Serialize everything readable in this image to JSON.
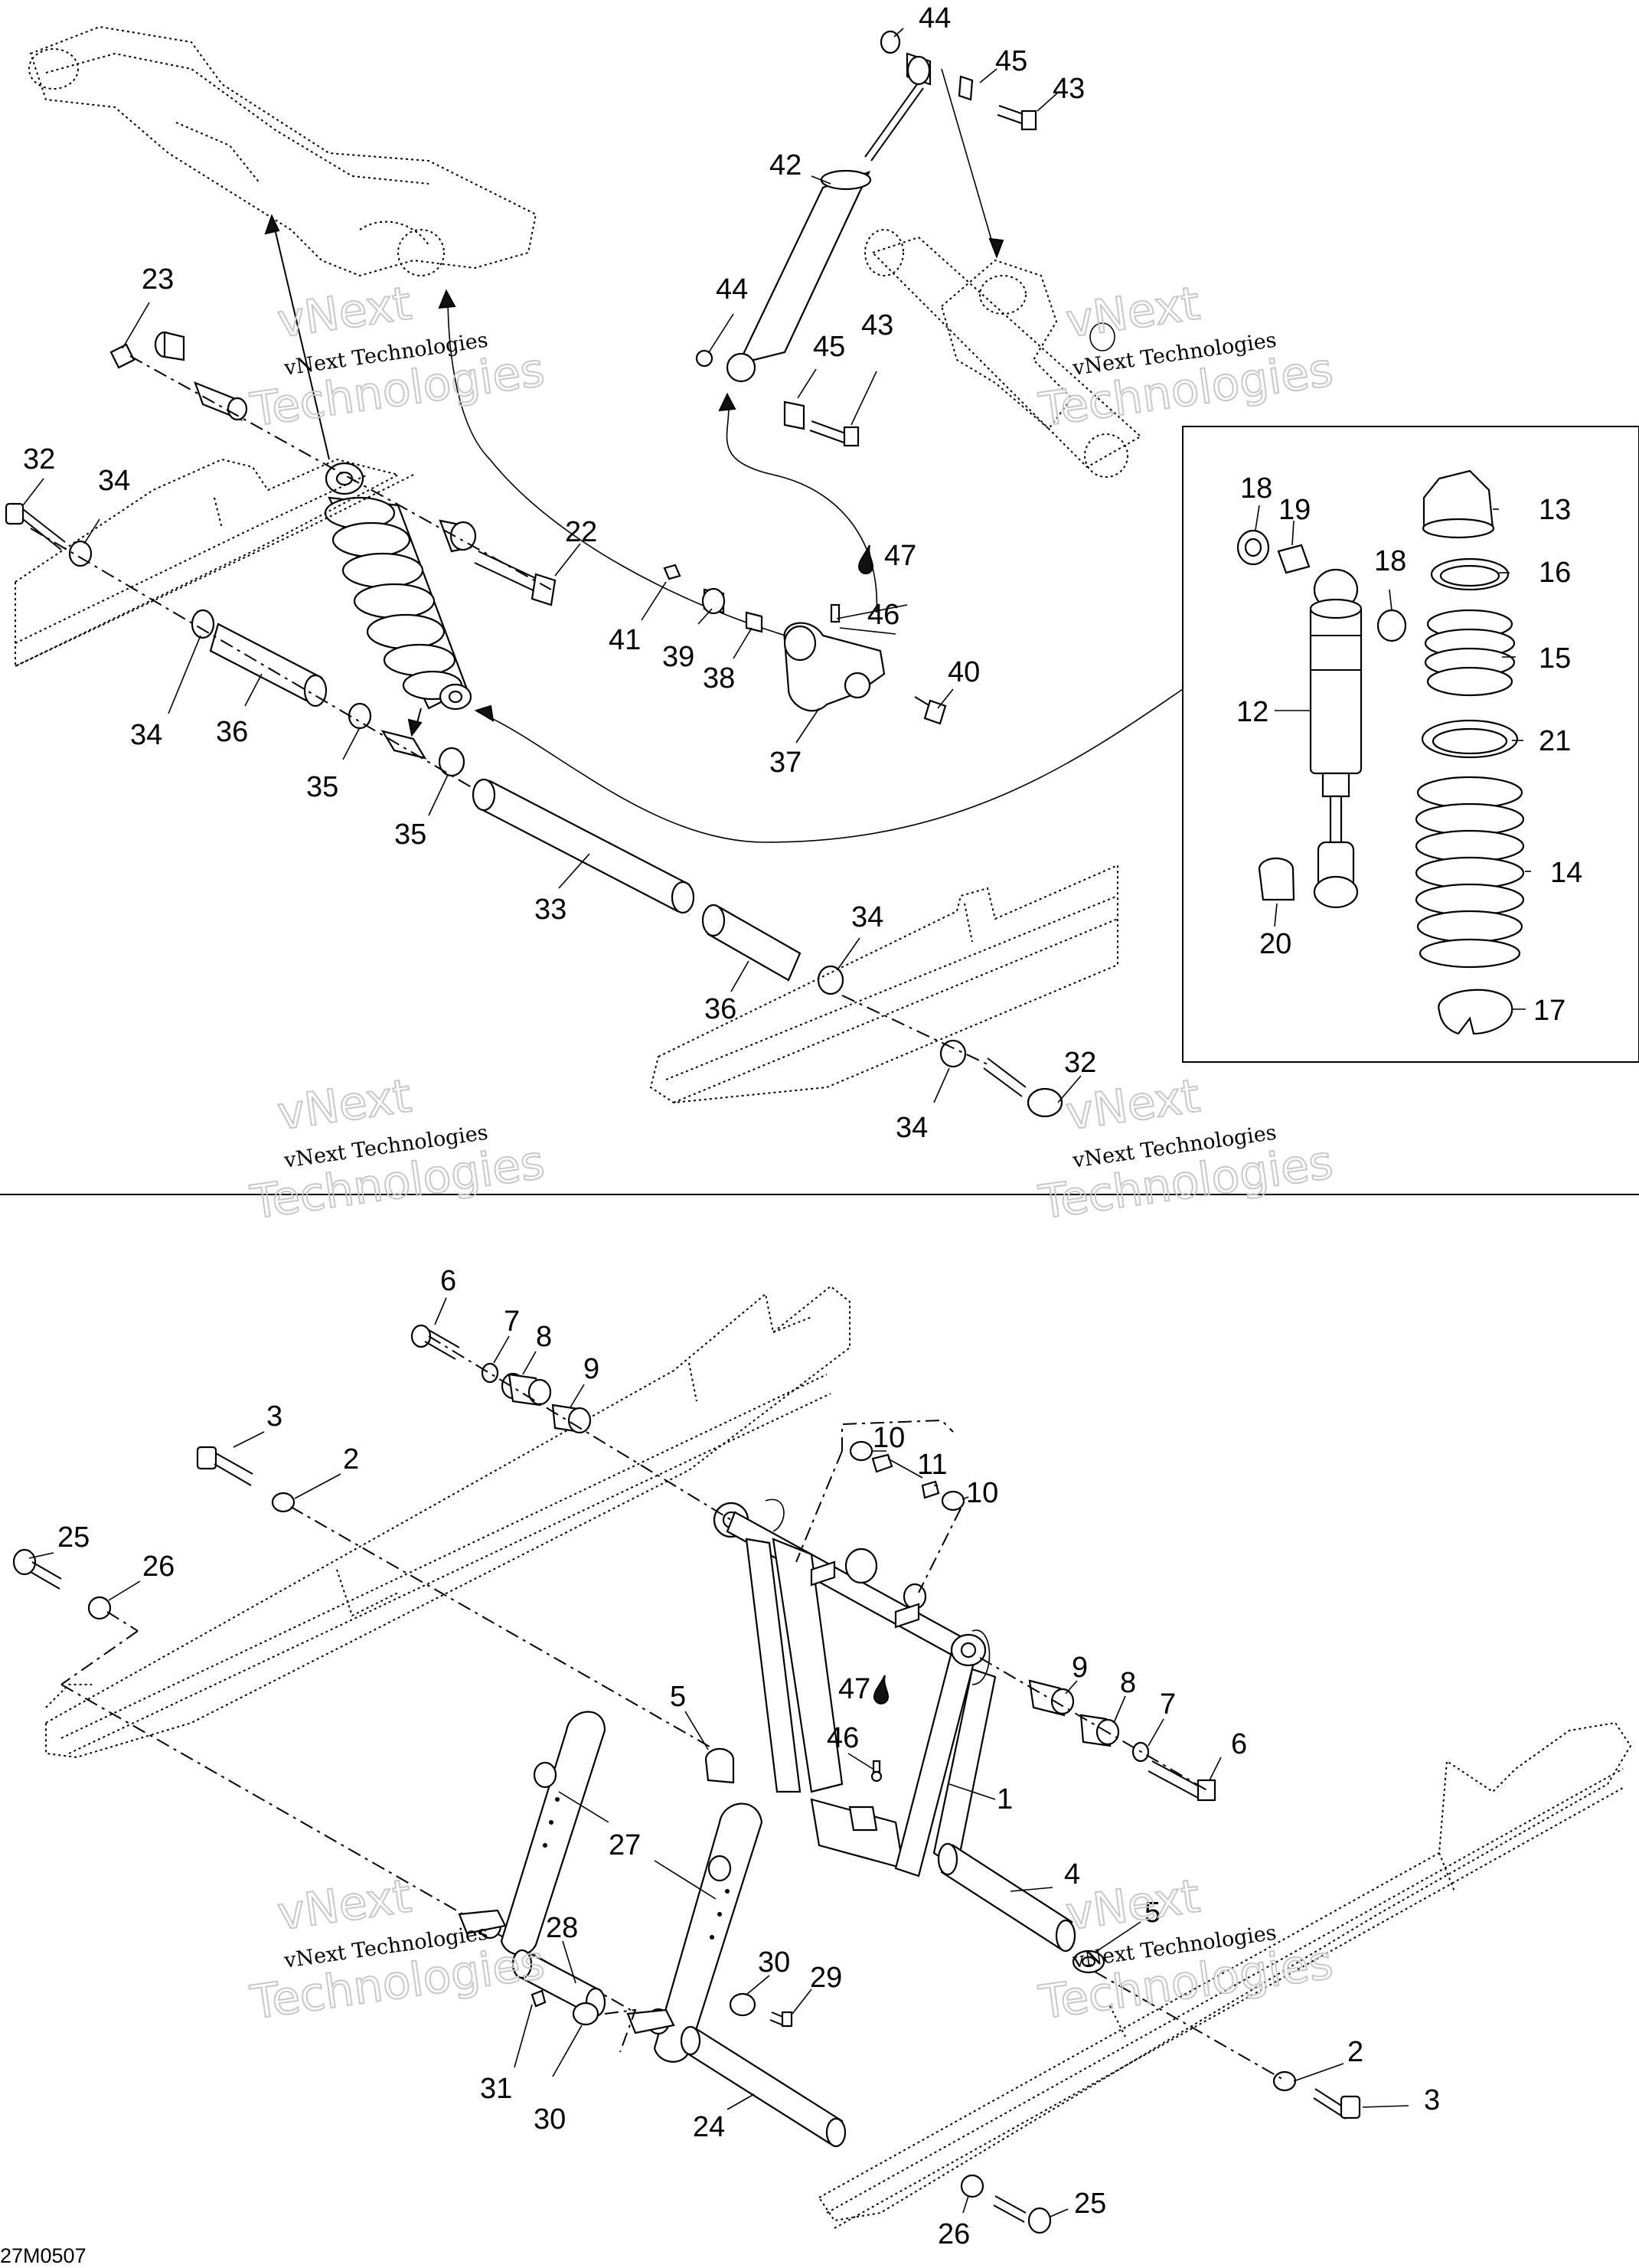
{
  "document_code": "27M0507",
  "watermark": {
    "line1": "vNext",
    "line2": "vNext Technologies",
    "line3": "Technologies"
  },
  "callouts": [
    {
      "id": "c44a",
      "text": "44"
    },
    {
      "id": "c45a",
      "text": "45"
    },
    {
      "id": "c43a",
      "text": "43"
    },
    {
      "id": "c42",
      "text": "42"
    },
    {
      "id": "c44b",
      "text": "44"
    },
    {
      "id": "c45b",
      "text": "45"
    },
    {
      "id": "c43b",
      "text": "43"
    },
    {
      "id": "c23",
      "text": "23"
    },
    {
      "id": "c32a",
      "text": "32"
    },
    {
      "id": "c34a",
      "text": "34"
    },
    {
      "id": "c22",
      "text": "22"
    },
    {
      "id": "c47a",
      "text": "47"
    },
    {
      "id": "c46a",
      "text": "46"
    },
    {
      "id": "c41",
      "text": "41"
    },
    {
      "id": "c39",
      "text": "39"
    },
    {
      "id": "c38",
      "text": "38"
    },
    {
      "id": "c40",
      "text": "40"
    },
    {
      "id": "c37",
      "text": "37"
    },
    {
      "id": "c34b",
      "text": "34"
    },
    {
      "id": "c36a",
      "text": "36"
    },
    {
      "id": "c35a",
      "text": "35"
    },
    {
      "id": "c35b",
      "text": "35"
    },
    {
      "id": "c33",
      "text": "33"
    },
    {
      "id": "c34c",
      "text": "34"
    },
    {
      "id": "c36b",
      "text": "36"
    },
    {
      "id": "c32b",
      "text": "32"
    },
    {
      "id": "c34d",
      "text": "34"
    },
    {
      "id": "c18a",
      "text": "18"
    },
    {
      "id": "c19",
      "text": "19"
    },
    {
      "id": "c13",
      "text": "13"
    },
    {
      "id": "c18b",
      "text": "18"
    },
    {
      "id": "c16",
      "text": "16"
    },
    {
      "id": "c15",
      "text": "15"
    },
    {
      "id": "c12",
      "text": "12"
    },
    {
      "id": "c21",
      "text": "21"
    },
    {
      "id": "c14",
      "text": "14"
    },
    {
      "id": "c20",
      "text": "20"
    },
    {
      "id": "c17",
      "text": "17"
    },
    {
      "id": "c6a",
      "text": "6"
    },
    {
      "id": "c7a",
      "text": "7"
    },
    {
      "id": "c8a",
      "text": "8"
    },
    {
      "id": "c9a",
      "text": "9"
    },
    {
      "id": "c3a",
      "text": "3"
    },
    {
      "id": "c2a",
      "text": "2"
    },
    {
      "id": "c25a",
      "text": "25"
    },
    {
      "id": "c26a",
      "text": "26"
    },
    {
      "id": "c10a",
      "text": "10"
    },
    {
      "id": "c11",
      "text": "11"
    },
    {
      "id": "c10b",
      "text": "10"
    },
    {
      "id": "c9b",
      "text": "9"
    },
    {
      "id": "c8b",
      "text": "8"
    },
    {
      "id": "c7b",
      "text": "7"
    },
    {
      "id": "c6b",
      "text": "6"
    },
    {
      "id": "c5a",
      "text": "5"
    },
    {
      "id": "c47b",
      "text": "47"
    },
    {
      "id": "c46b",
      "text": "46"
    },
    {
      "id": "c1",
      "text": "1"
    },
    {
      "id": "c27",
      "text": "27"
    },
    {
      "id": "c4",
      "text": "4"
    },
    {
      "id": "c5b",
      "text": "5"
    },
    {
      "id": "c28",
      "text": "28"
    },
    {
      "id": "c30a",
      "text": "30"
    },
    {
      "id": "c29",
      "text": "29"
    },
    {
      "id": "c31",
      "text": "31"
    },
    {
      "id": "c30b",
      "text": "30"
    },
    {
      "id": "c24",
      "text": "24"
    },
    {
      "id": "c2b",
      "text": "2"
    },
    {
      "id": "c3b",
      "text": "3"
    },
    {
      "id": "c26b",
      "text": "26"
    },
    {
      "id": "c25b",
      "text": "25"
    }
  ]
}
